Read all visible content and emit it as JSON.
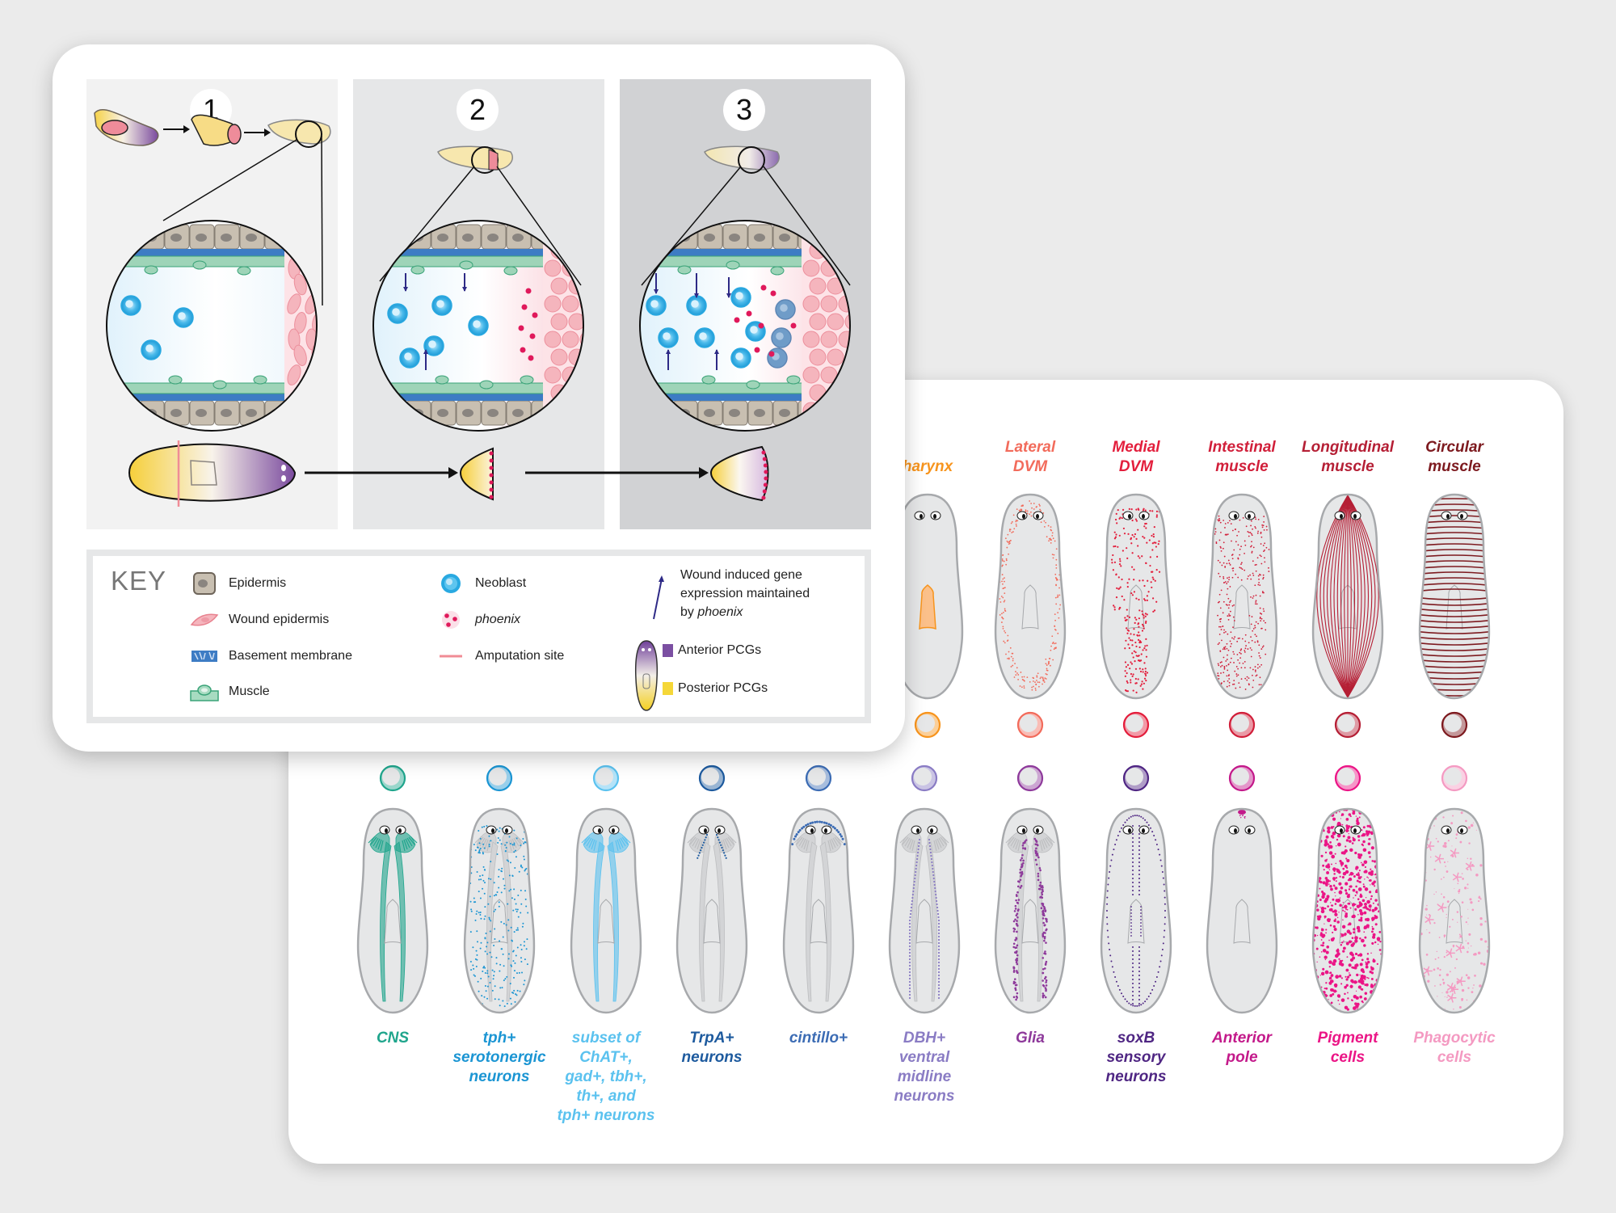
{
  "workflow_card": {
    "steps": [
      {
        "number": "1",
        "background": "#f2f2f2"
      },
      {
        "number": "2",
        "background": "#e6e7e8"
      },
      {
        "number": "3",
        "background": "#d1d2d4"
      }
    ],
    "key": {
      "title": "KEY",
      "items": [
        {
          "label": "Epidermis",
          "icon": "epidermis-cell-icon"
        },
        {
          "label": "Wound epidermis",
          "icon": "wound-epidermis-cell-icon"
        },
        {
          "label": "Basement membrane",
          "icon": "basement-membrane-icon"
        },
        {
          "label": "Muscle",
          "icon": "muscle-cell-icon"
        },
        {
          "label": "Neoblast",
          "icon": "neoblast-icon"
        },
        {
          "label": "phoenix",
          "icon": "phoenix-dots-icon",
          "italic": true
        },
        {
          "label": "Amputation site",
          "icon": "amputation-line-icon"
        }
      ],
      "wound_arrow": {
        "line1": "Wound induced gene",
        "line2": "expression maintained",
        "line3_prefix": "by ",
        "line3_italic": "phoenix",
        "icon": "arrow-icon"
      },
      "pcg": {
        "anterior_label": "Anterior PCGs",
        "anterior_color": "#7b4fa2",
        "posterior_label": "Posterior PCGs",
        "posterior_color": "#f5d738",
        "icon": "pcg-worm-icon"
      }
    },
    "colors": {
      "neoblast": "#29a9e1",
      "phoenix": "#e0195b",
      "epidermis": "#c8bfb1",
      "wound_epidermis": "#f5b5bd",
      "basement_membrane": "#3d7cc4",
      "muscle": "#9ed4b8",
      "arrow": "#2e2a86",
      "amputation": "#f08c96"
    }
  },
  "cell_types_card": {
    "top_row": [
      {
        "label": "Pharynx",
        "visible_label": "harynx",
        "color": "#f7941d",
        "pattern": "pharynx"
      },
      {
        "label": "Lateral DVM",
        "lines": [
          "Lateral",
          "DVM"
        ],
        "color": "#f26b5b",
        "pattern": "lateral-dots"
      },
      {
        "label": "Medial DVM",
        "lines": [
          "Medial",
          "DVM"
        ],
        "color": "#e31e3c",
        "pattern": "medial-dots"
      },
      {
        "label": "Intestinal muscle",
        "lines": [
          "Intestinal",
          "muscle"
        ],
        "color": "#d11f3a",
        "pattern": "gut-dots"
      },
      {
        "label": "Longitudinal muscle",
        "lines": [
          "Longitudinal",
          "muscle"
        ],
        "color": "#b51f35",
        "pattern": "longitudinal-lines"
      },
      {
        "label": "Circular muscle",
        "lines": [
          "Circular",
          "muscle"
        ],
        "color": "#7d1a1f",
        "pattern": "circular-lines"
      }
    ],
    "bottom_row": [
      {
        "label": "CNS",
        "lines": [
          "CNS"
        ],
        "color": "#1fa58c",
        "pattern": "cns-fill"
      },
      {
        "label": "tph+ serotonergic neurons",
        "lines": [
          "tph+",
          "serotonergic",
          "neurons"
        ],
        "color": "#1b95d3",
        "pattern": "scatter-dots"
      },
      {
        "label": "subset of ChAT+, gad+, tbh+, th+, and tph+ neurons",
        "lines": [
          "subset of",
          "ChAT+,",
          "gad+, tbh+,",
          "th+, and",
          "tph+ neurons"
        ],
        "color": "#5bc2ef",
        "pattern": "cns-fill"
      },
      {
        "label": "TrpA+ neurons",
        "lines": [
          "TrpA+",
          "neurons"
        ],
        "color": "#1d5a9e",
        "pattern": "head-v-dots"
      },
      {
        "label": "cintillo+",
        "lines": [
          "cintillo+"
        ],
        "color": "#3c6cb4",
        "pattern": "head-rim-dots"
      },
      {
        "label": "DBH+ ventral midline neurons",
        "lines": [
          "DBH+",
          "ventral",
          "midline",
          "neurons"
        ],
        "color": "#8a7cc4",
        "pattern": "cord-dots"
      },
      {
        "label": "Glia",
        "lines": [
          "Glia"
        ],
        "color": "#8e3a9b",
        "pattern": "cord-dense"
      },
      {
        "label": "soxB sensory neurons",
        "lines": [
          "soxB",
          "sensory",
          "neurons"
        ],
        "color": "#4f2683",
        "pattern": "rim-dots"
      },
      {
        "label": "Anterior pole",
        "lines": [
          "Anterior",
          "pole"
        ],
        "color": "#c3198a",
        "pattern": "tip"
      },
      {
        "label": "Pigment cells",
        "lines": [
          "Pigment",
          "cells"
        ],
        "color": "#eb1586",
        "pattern": "pigment"
      },
      {
        "label": "Phagocytic cells",
        "lines": [
          "Phagocytic",
          "cells"
        ],
        "color": "#f49ac2",
        "pattern": "phagocytic"
      }
    ]
  }
}
